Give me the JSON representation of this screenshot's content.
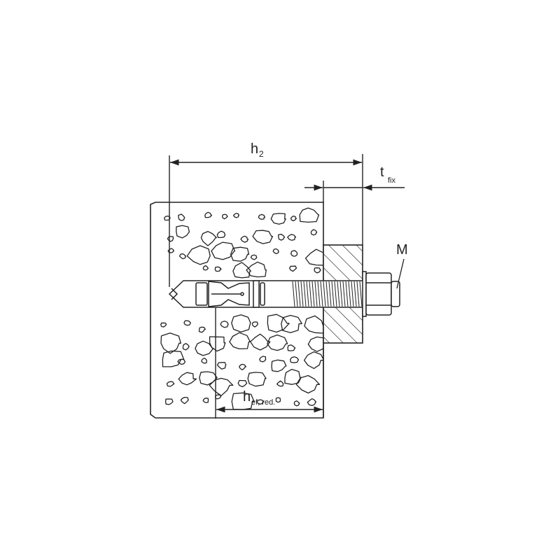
{
  "labels": {
    "h2_main": "h",
    "h2_sub": "2",
    "tfix_main": "t",
    "tfix_sub": "fix",
    "hef_main": "h",
    "hef_sub": "ef, red.",
    "m": "M"
  },
  "colors": {
    "line": "#222222",
    "background": "#ffffff"
  }
}
